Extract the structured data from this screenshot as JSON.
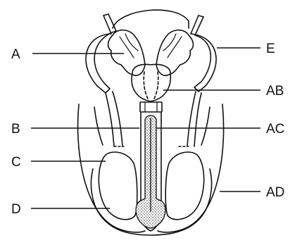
{
  "labels": {
    "a": "A",
    "b": "B",
    "c": "C",
    "d": "D",
    "e": "E",
    "ab": "AB",
    "ac": "AC",
    "ad": "AD"
  },
  "colors": {
    "ink": "#111111",
    "stipple": "#d9d9d9",
    "background": "#ffffff"
  }
}
